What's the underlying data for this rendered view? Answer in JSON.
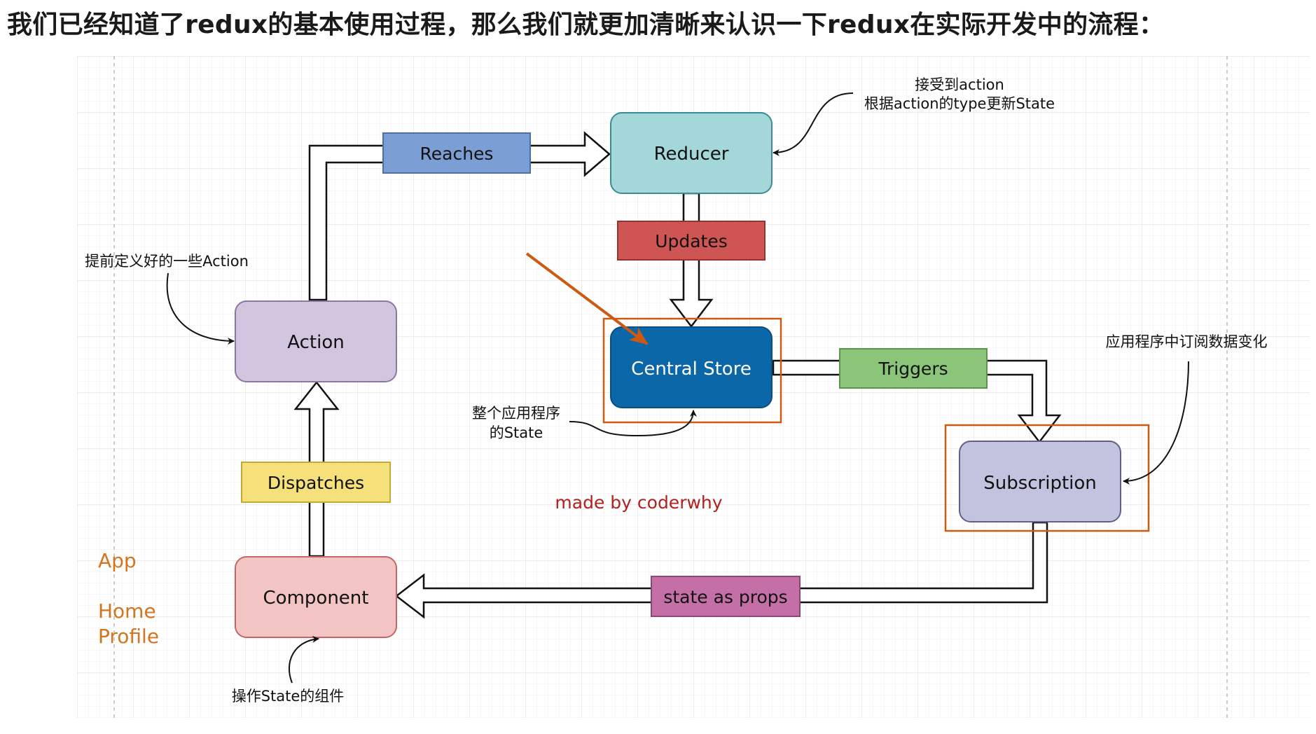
{
  "header": {
    "title": "我们已经知道了redux的基本使用过程，那么我们就更加清晰来认识一下redux在实际开发中的流程："
  },
  "nodes": {
    "reducer": "Reducer",
    "central_store": "Central Store",
    "action": "Action",
    "subscription": "Subscription",
    "component": "Component"
  },
  "edge_labels": {
    "reaches": "Reaches",
    "updates": "Updates",
    "triggers": "Triggers",
    "dispatches": "Dispatches",
    "state_as_props": "state as props"
  },
  "annotations": {
    "reducer_note_line1": "接受到action",
    "reducer_note_line2": "根据action的type更新State",
    "action_note": "提前定义好的一些Action",
    "store_note_line1": "整个应用程序",
    "store_note_line2": "的State",
    "subscription_note": "应用程序中订阅数据变化",
    "component_note": "操作State的组件"
  },
  "credit": "made by coderwhy",
  "side_labels": [
    "App",
    "Home",
    "Profile"
  ],
  "colors": {
    "reducer_fill": "#a3d7d9",
    "reducer_stroke": "#3c8c95",
    "store_fill": "#0b67a7",
    "store_stroke": "#0a4f80",
    "action_fill": "#d2c5df",
    "action_stroke": "#8a78a3",
    "subscription_fill": "#c2c3df",
    "subscription_stroke": "#5f6189",
    "component_fill": "#f3c4c4",
    "component_stroke": "#c46666",
    "reaches_fill": "#7b9ed5",
    "updates_fill": "#cf5555",
    "triggers_fill": "#8bc57a",
    "dispatches_fill": "#f5e07a",
    "state_props_fill": "#c470a6",
    "highlight": "#cc5a12",
    "credit": "#b3201d",
    "side_label": "#d5741c"
  }
}
